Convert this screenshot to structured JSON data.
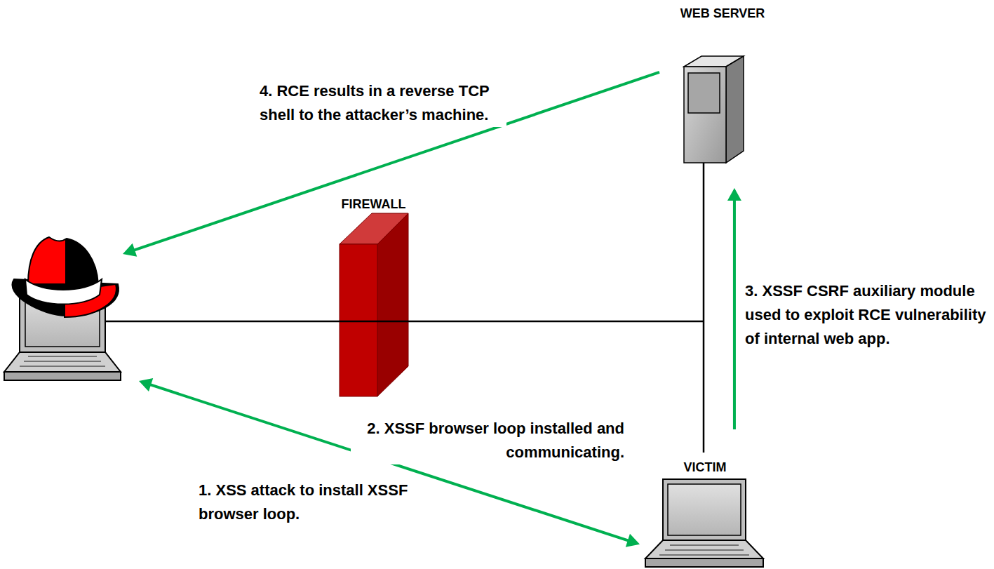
{
  "diagram": {
    "nodes": [
      {
        "text": [
          "WEB SERVER"
        ]
      },
      {
        "text": [
          "FIREWALL"
        ]
      },
      {
        "text": []
      },
      {
        "text": [
          "VICTIM"
        ]
      }
    ],
    "edges": [
      {
        "from": 0,
        "to": 2,
        "arrow": "to",
        "label": "4. RCE results in a reverse TCP shell to the attacker’s machine."
      },
      {
        "from": 2,
        "to": 3,
        "arrow": "both",
        "label": "1. XSS attack to install XSSF browser loop."
      },
      {
        "from": 3,
        "to": 0,
        "arrow": "to",
        "label": "3. XSSF CSRF auxiliary module used to exploit RCE vulnerability of internal web app."
      }
    ],
    "labels": [
      "2. XSSF browser loop installed and communicating."
    ]
  }
}
